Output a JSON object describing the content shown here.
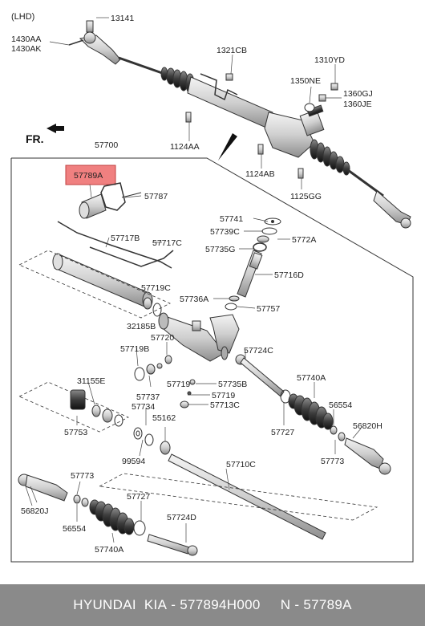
{
  "header": {
    "variant": "(LHD)",
    "direction": "FR."
  },
  "highlight_color": "#f08080",
  "labels": {
    "l13141": "13141",
    "l1430AA": "1430AA",
    "l1430AK": "1430AK",
    "l1321CB": "1321CB",
    "l1310YD": "1310YD",
    "l1350NE": "1350NE",
    "l1360GJ": "1360GJ",
    "l1360JE": "1360JE",
    "l1124AA": "1124AA",
    "l1124AB": "1124AB",
    "l1125GG": "1125GG",
    "l57700": "57700",
    "l57789A": "57789A",
    "l57787": "57787",
    "l57717B": "57717B",
    "l57717C": "57717C",
    "l57741": "57741",
    "l57739C": "57739C",
    "l5772A": "5772A",
    "l57735G": "57735G",
    "l57716D": "57716D",
    "l57719C": "57719C",
    "l32185B": "32185B",
    "l57736A": "57736A",
    "l57757": "57757",
    "l57720": "57720",
    "l57719B": "57719B",
    "l57724C": "57724C",
    "l57719a": "57719",
    "l57735B": "57735B",
    "l57737": "57737",
    "l57719b": "57719",
    "l31155E": "31155E",
    "l57734": "57734",
    "l57713C": "57713C",
    "l57740A_r": "57740A",
    "l56554_r": "56554",
    "l57753": "57753",
    "l55162": "55162",
    "l57727_r": "57727",
    "l56820H": "56820H",
    "l99594": "99594",
    "l57773_r": "57773",
    "l57710C": "57710C",
    "l57773_l": "57773",
    "l57727_l": "57727",
    "l56820J": "56820J",
    "l57724D": "57724D",
    "l56554_l": "56554",
    "l57740A_l": "57740A"
  },
  "footer": {
    "brand": "HYUNDAI  KIA",
    "sep1": " - ",
    "oem": "577894H000",
    "spacer": "     ",
    "ref": "N - 57789A"
  }
}
